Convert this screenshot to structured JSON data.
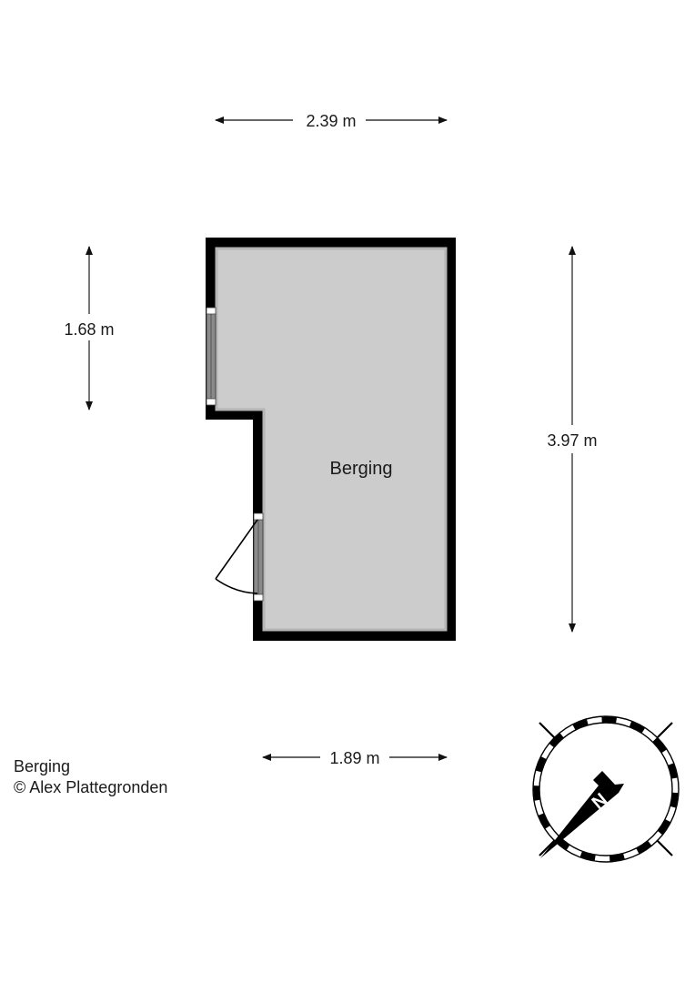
{
  "floorplan": {
    "room_label": "Berging",
    "dimensions": {
      "top_width": "2.39 m",
      "left_height": "1.68 m",
      "right_height": "3.97 m",
      "bottom_width": "1.89 m"
    },
    "colors": {
      "wall": "#000000",
      "floor": "#cccccc",
      "window": "#8a8a8a",
      "dimension_line": "#555555"
    }
  },
  "caption": {
    "title": "Berging",
    "copyright": "© Alex Plattegronden"
  },
  "compass": {
    "north_label": "N"
  }
}
